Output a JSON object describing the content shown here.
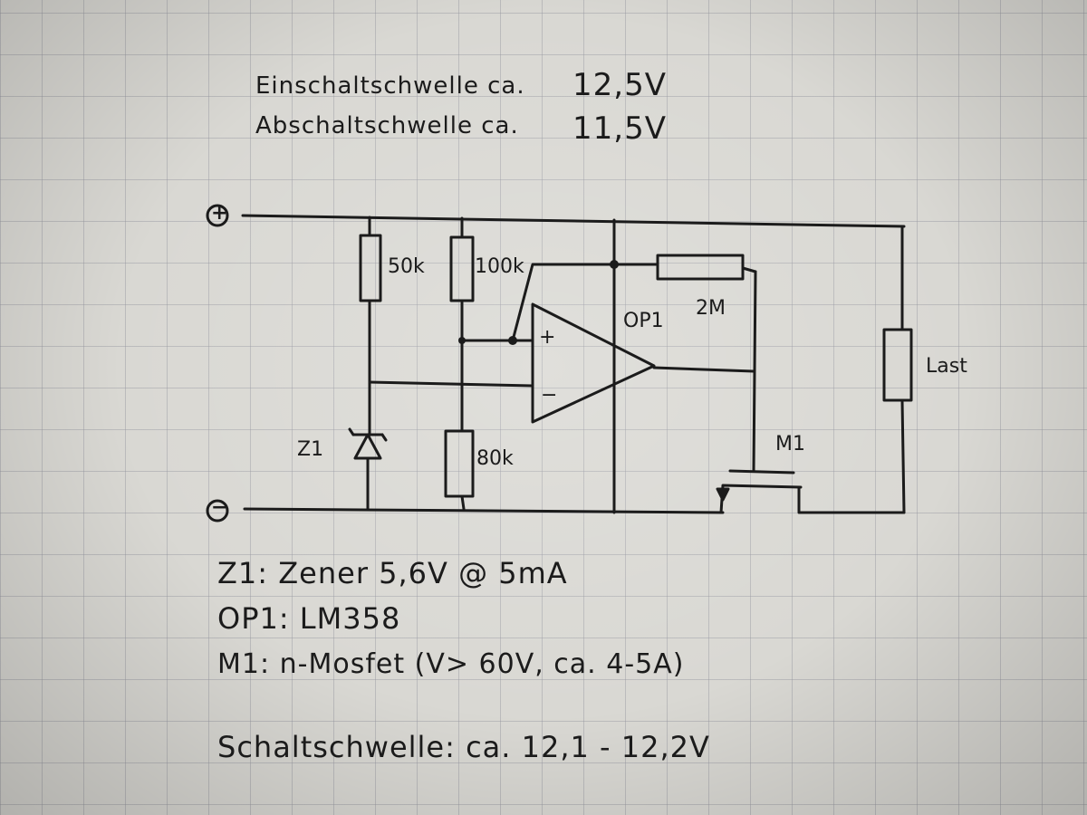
{
  "thresholds": {
    "on_label": "Einschaltschwelle ca.",
    "on_value": "12,5V",
    "off_label": "Abschaltschwelle ca.",
    "off_value": "11,5V"
  },
  "rails": {
    "positive": "+",
    "negative": "−"
  },
  "components": {
    "r1": "50k",
    "r2": "100k",
    "r3": "80k",
    "r_feedback": "2M",
    "opamp": "OP1",
    "opamp_plus": "+",
    "opamp_minus": "−",
    "zener": "Z1",
    "mosfet": "M1",
    "load": "Last"
  },
  "notes": {
    "zener": "Z1: Zener 5,6V @ 5mA",
    "opamp": "OP1: LM358",
    "mosfet": "M1: n-Mosfet (V> 60V, ca. 4-5A)",
    "switch": "Schaltschwelle: ca. 12,1 - 12,2V"
  },
  "colors": {
    "ink": "#1b1b1b",
    "paper": "#d9d8d3",
    "grid": "#9696a0"
  }
}
